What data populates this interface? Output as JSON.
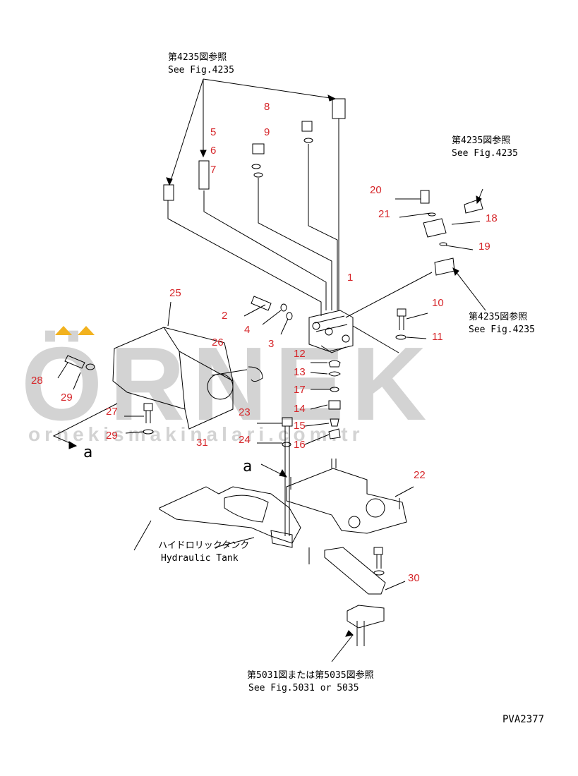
{
  "watermark": {
    "brand": "ÖRNEK",
    "url": "ornekismakinalari.com.tr",
    "accent": "#f2b21f"
  },
  "references": {
    "fig4235_jp": "第4235図参照",
    "fig4235_en": "See Fig.4235",
    "fig5031_jp": "第5031図または第5035図参照",
    "fig5031_en": "See Fig.5031 or 5035"
  },
  "tank": {
    "jp": "ハイドロリックタンク",
    "en": "Hydraulic Tank"
  },
  "view_letter": "a",
  "drawing_code": "PVA2377",
  "parts": [
    "1",
    "2",
    "3",
    "4",
    "5",
    "6",
    "7",
    "8",
    "9",
    "10",
    "11",
    "12",
    "13",
    "14",
    "15",
    "16",
    "17",
    "18",
    "19",
    "20",
    "21",
    "22",
    "23",
    "24",
    "25",
    "26",
    "27",
    "28",
    "29",
    "29",
    "30",
    "31"
  ],
  "label_color": "#d6262a"
}
